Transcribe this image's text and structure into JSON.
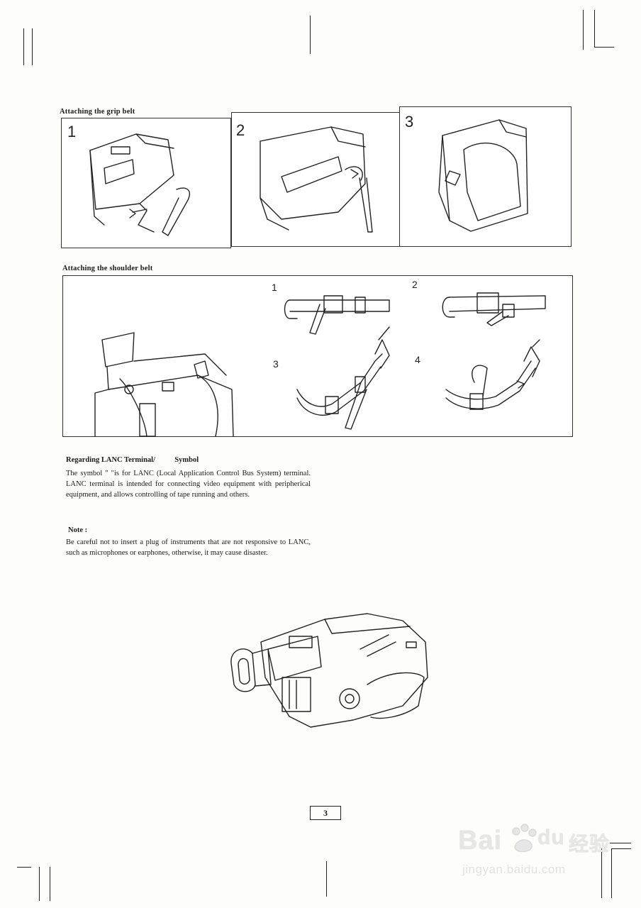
{
  "grip_section": {
    "title": "Attaching the grip belt",
    "steps": [
      "1",
      "2",
      "3"
    ]
  },
  "shoulder_section": {
    "title": "Attaching the shoulder belt",
    "steps": [
      "1",
      "2",
      "3",
      "4"
    ]
  },
  "lanc_section": {
    "title_part1": "Regarding LANC Terminal/",
    "title_part2": "Symbol",
    "body": "The symbol \"     \"is for LANC (Local Application Control Bus System) terminal. LANC terminal is intended for connecting video equipment with peripherical equipment, and allows controlling of tape running and others."
  },
  "note_section": {
    "label": "Note :",
    "body": "Be careful not to insert a plug of instruments that are not responsive to LANC, such as microphones or earphones, otherwise, it may cause disaster."
  },
  "page_number": "3",
  "watermark": {
    "brand_left": "Bai",
    "brand_right": "du",
    "brand_cn": "经验",
    "url": "jingyan.baidu.com"
  }
}
